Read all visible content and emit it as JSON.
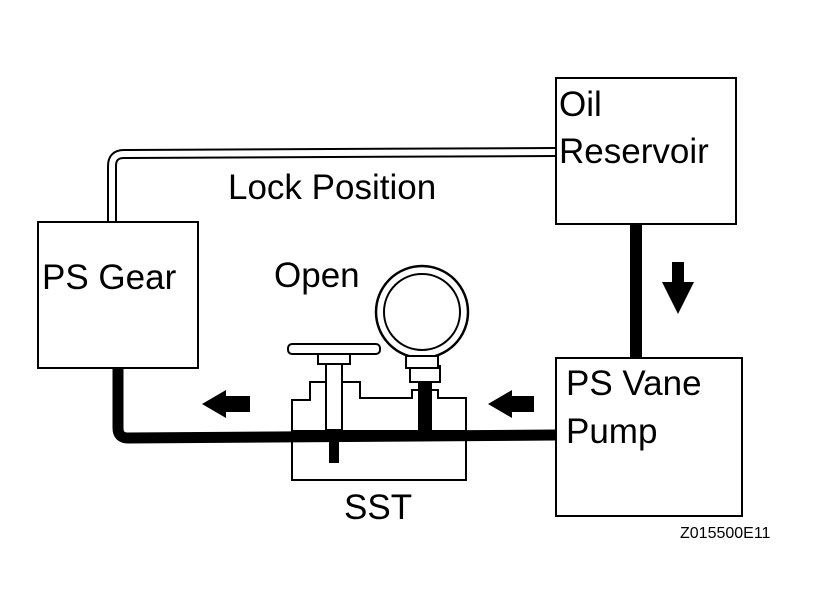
{
  "labels": {
    "oil_reservoir_line1": "Oil",
    "oil_reservoir_line2": "Reservoir",
    "lock_position": "Lock Position",
    "ps_gear": "PS Gear",
    "open": "Open",
    "ps_vane_pump_line1": "PS Vane",
    "ps_vane_pump_line2": "Pump",
    "sst": "SST",
    "figure_code": "Z015500E11"
  },
  "colors": {
    "ink": "#000000",
    "paper": "#ffffff"
  }
}
